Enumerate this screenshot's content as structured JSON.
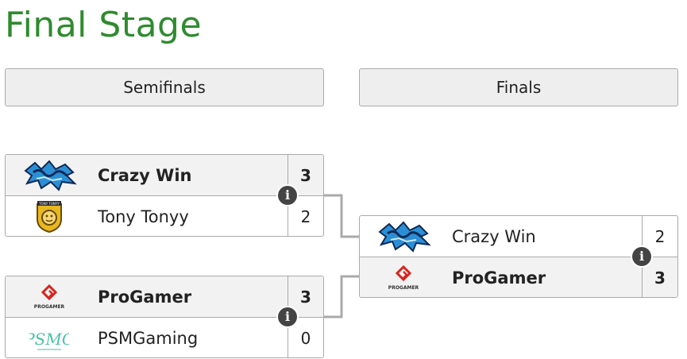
{
  "title": "Final Stage",
  "rounds": [
    {
      "label": "Semifinals"
    },
    {
      "label": "Finals"
    }
  ],
  "matches": [
    {
      "teams": [
        {
          "name": "Crazy Win",
          "score": "3",
          "logo": "crazy-win-logo"
        },
        {
          "name": "Tony Tonyy",
          "score": "2",
          "logo": "tony-tonyy-logo"
        }
      ],
      "info_icon": "i"
    },
    {
      "teams": [
        {
          "name": "ProGamer",
          "score": "3",
          "logo": "progamer-logo"
        },
        {
          "name": "PSMGaming",
          "score": "0",
          "logo": "psmgaming-logo"
        }
      ],
      "info_icon": "i"
    },
    {
      "teams": [
        {
          "name": "Crazy Win",
          "score": "2",
          "logo": "crazy-win-logo"
        },
        {
          "name": "ProGamer",
          "score": "3",
          "logo": "progamer-logo"
        }
      ],
      "info_icon": "i"
    }
  ],
  "logo_text": {
    "progamer": "PROGAMER",
    "tony": "TONY TONYY",
    "psmg": "PSMG"
  },
  "colors": {
    "title": "#2e8b2e",
    "connector": "#aaaaaa",
    "info_button": "#444444",
    "winner_row": "#f2f2f2"
  }
}
